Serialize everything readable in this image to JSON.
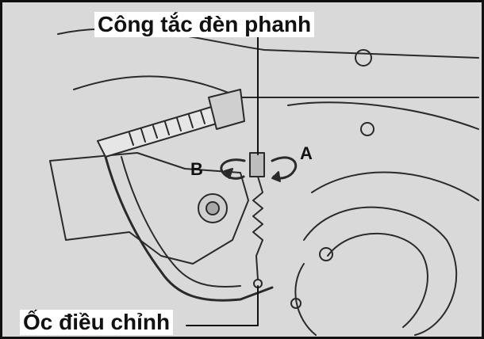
{
  "labels": {
    "top": "Công tắc đèn phanh",
    "bottom": "Ốc điều chỉnh",
    "a": "A",
    "b": "B"
  },
  "colors": {
    "background": "#d9d9d9",
    "line": "#2a2a2a",
    "frame": "#111111"
  }
}
